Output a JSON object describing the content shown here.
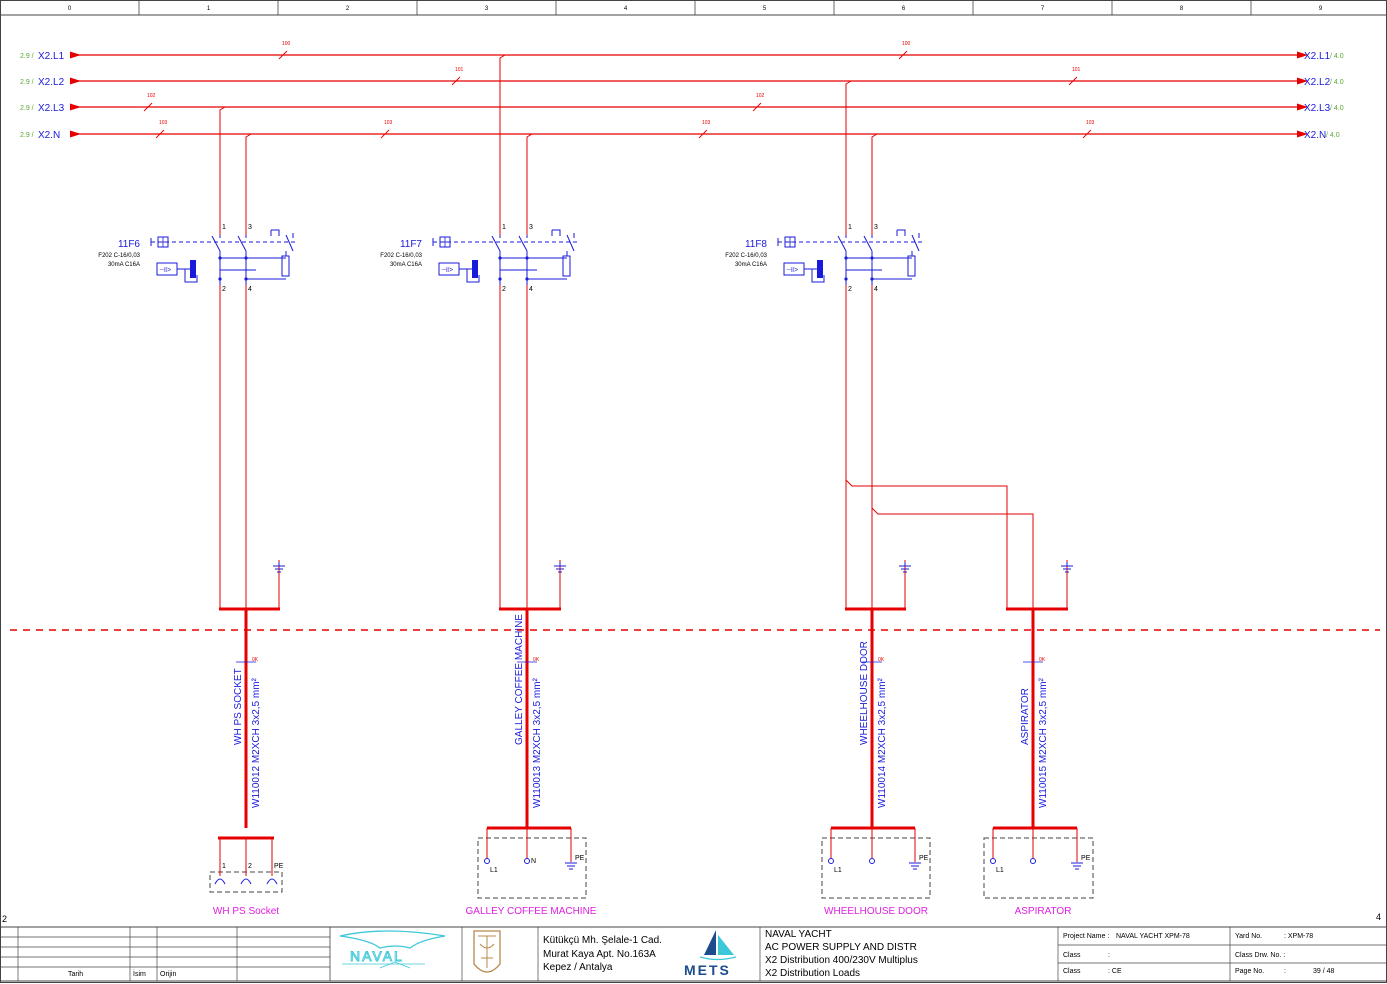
{
  "colors": {
    "power": "#e60000",
    "blue": "#1a1adb",
    "green": "#5aa832",
    "magenta": "#e020e0",
    "black": "#000000",
    "frame": "#444444",
    "tiny_red": "#e60000",
    "logo_teal": "#3cc8d8",
    "logo_brown": "#b8894a",
    "logo_navy": "#1c4c8c"
  },
  "grid": {
    "columns": [
      "0",
      "1",
      "2",
      "3",
      "4",
      "5",
      "6",
      "7",
      "8",
      "9"
    ]
  },
  "sheet_refs": {
    "left": "2",
    "right": "4"
  },
  "buses": [
    {
      "label": "X2.L1",
      "ref_in": "2.9 /",
      "ref_out": "/ 4.0",
      "wire_marks": [
        "100",
        "100"
      ]
    },
    {
      "label": "X2.L2",
      "ref_in": "2.9 /",
      "ref_out": "/ 4.0",
      "wire_marks": [
        "101",
        "101"
      ]
    },
    {
      "label": "X2.L3",
      "ref_in": "2.9 /",
      "ref_out": "/ 4.0",
      "wire_marks": [
        "102",
        "102"
      ]
    },
    {
      "label": "X2.N",
      "ref_in": "2.9 /",
      "ref_out": "/ 4.0",
      "wire_marks": [
        "103",
        "103",
        "103",
        "103"
      ]
    }
  ],
  "breakers": [
    {
      "tag": "11F6",
      "spec1": "F202 C-16/0,03",
      "spec2": "30mA C16A",
      "t1": "1",
      "t3": "3",
      "t2": "2",
      "t4": "4"
    },
    {
      "tag": "11F7",
      "spec1": "F202 C-16/0,03",
      "spec2": "30mA C16A",
      "t1": "1",
      "t3": "3",
      "t2": "2",
      "t4": "4"
    },
    {
      "tag": "11F8",
      "spec1": "F202 C-16/0,03",
      "spec2": "30mA C16A",
      "t1": "1",
      "t3": "3",
      "t2": "2",
      "t4": "4"
    }
  ],
  "cables": [
    {
      "name": "WH PS SOCKET",
      "cable": "W110012 M2XCH 3x2,5 mm²",
      "mark": "0K"
    },
    {
      "name": "GALLEY COFFEE MACHINE",
      "cable": "W110013 M2XCH 3x2,5 mm²",
      "mark": "0K"
    },
    {
      "name": "WHEELHOUSE DOOR",
      "cable": "W110014 M2XCH 3x2,5 mm²",
      "mark": "0K"
    },
    {
      "name": "ASPIRATOR",
      "cable": "W110015 M2XCH 3x2,5 mm²",
      "mark": "0K"
    }
  ],
  "loads": [
    {
      "title": "WH PS Socket",
      "terminals": [
        "1",
        "2",
        "PE"
      ]
    },
    {
      "title": "GALLEY COFFEE MACHINE",
      "terminals": [
        "L1",
        "N",
        "PE"
      ]
    },
    {
      "title": "WHEELHOUSE DOOR",
      "terminals": [
        "L1",
        "",
        "PE"
      ]
    },
    {
      "title": "ASPIRATOR",
      "terminals": [
        "L1",
        "",
        "PE"
      ]
    }
  ],
  "title_block": {
    "rev_headers": {
      "date": "Tarih",
      "name": "İsim",
      "origin": "Orijin"
    },
    "address": [
      "Kütükçü Mh. Şelale-1 Cad.",
      "Murat Kaya Apt. No.163A",
      "Kepez  / Antalya"
    ],
    "mets_logo": "METS",
    "naval_logo": "NAVAL",
    "project_lines": [
      "NAVAL YACHT",
      "AC POWER SUPPLY AND DISTR",
      "X2 Distribution 400/230V Multiplus",
      "X2 Distribution Loads"
    ],
    "project_name_label": "Project Name :",
    "project_name_value": "NAVAL YACHT  XPM-78",
    "class_label": "Class",
    "class_value_1": ":",
    "class_value_2": ": CE",
    "yard_label": "Yard No.",
    "yard_value": ": XPM-78",
    "class_drw_label": "Class Drw. No. :",
    "page_label": "Page No.",
    "page_colon": ":",
    "page_value": "39 / 48"
  }
}
